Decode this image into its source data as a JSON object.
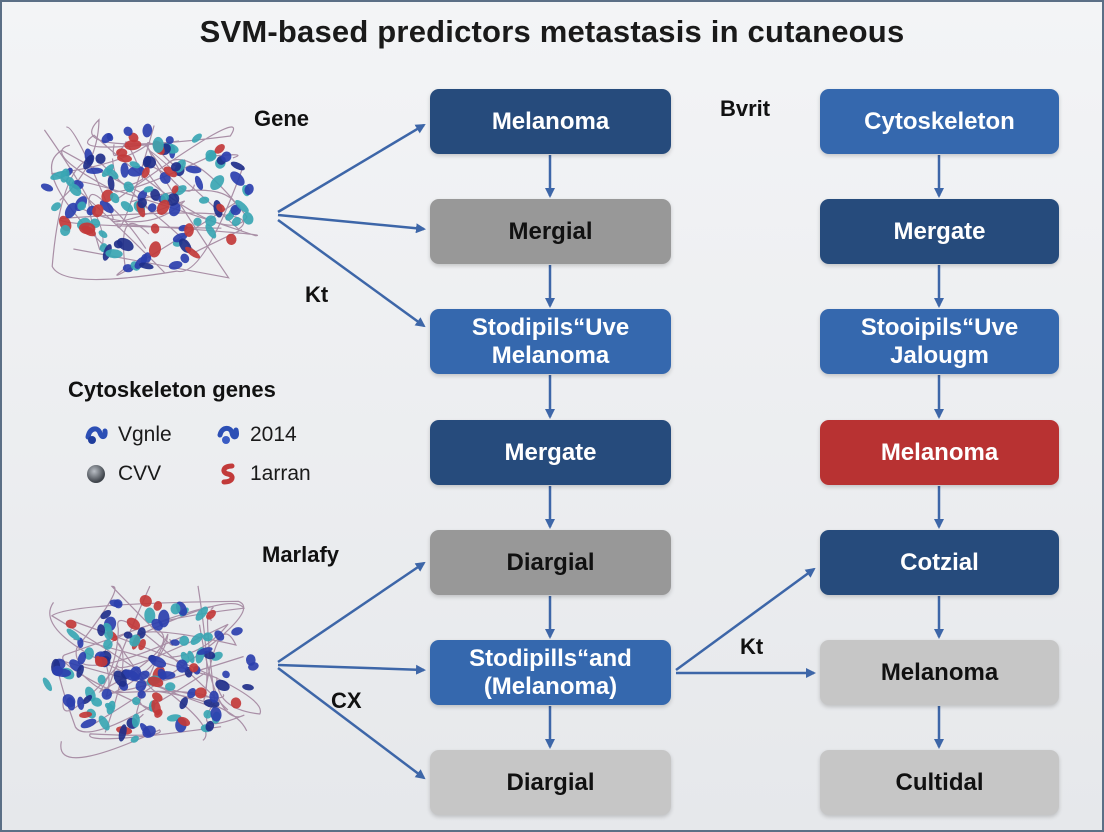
{
  "title": "SVM-based predictors metastasis in cutaneous",
  "labels": {
    "gene": "Gene",
    "kt_top": "Kt",
    "bvrit": "Bvrit",
    "marlafy": "Marlafy",
    "cx": "CX",
    "kt_mid": "Kt"
  },
  "legend": {
    "title": "Cytoskeleton genes",
    "items": [
      {
        "label": "Vgnle",
        "icon": "blue-helix-icon",
        "color": "#2c4fb5"
      },
      {
        "label": "2014",
        "icon": "blue-helix-icon",
        "color": "#2c4fb5"
      },
      {
        "label": "CVV",
        "icon": "gray-sphere-icon",
        "color": "#5a5f66"
      },
      {
        "label": "1arran",
        "icon": "red-helix-icon",
        "color": "#c23a3a"
      }
    ]
  },
  "left_column": [
    {
      "text": "Melanoma",
      "style": "dark"
    },
    {
      "text": "Mergial",
      "style": "gray"
    },
    {
      "text": "Stodipils“Uve\nMelanoma",
      "style": "mid"
    },
    {
      "text": "Mergate",
      "style": "dark"
    },
    {
      "text": "Diargial",
      "style": "gray"
    },
    {
      "text": "Stodipills“and\n(Melanoma)",
      "style": "mid"
    },
    {
      "text": "Diargial",
      "style": "light"
    }
  ],
  "right_column": [
    {
      "text": "Cytoskeleton",
      "style": "mid"
    },
    {
      "text": "Mergate",
      "style": "dark"
    },
    {
      "text": "Stooipils“Uve\nJalougm",
      "style": "mid"
    },
    {
      "text": "Melanoma",
      "style": "red"
    },
    {
      "text": "Cotzial",
      "style": "dark"
    },
    {
      "text": "Melanoma",
      "style": "light"
    },
    {
      "text": "Cultidal",
      "style": "light"
    }
  ],
  "colors": {
    "dark": "#264b7c",
    "mid": "#3568ae",
    "gray": "#989898",
    "light": "#c6c6c6",
    "red": "#b83232",
    "arrow": "#3d66a8"
  }
}
